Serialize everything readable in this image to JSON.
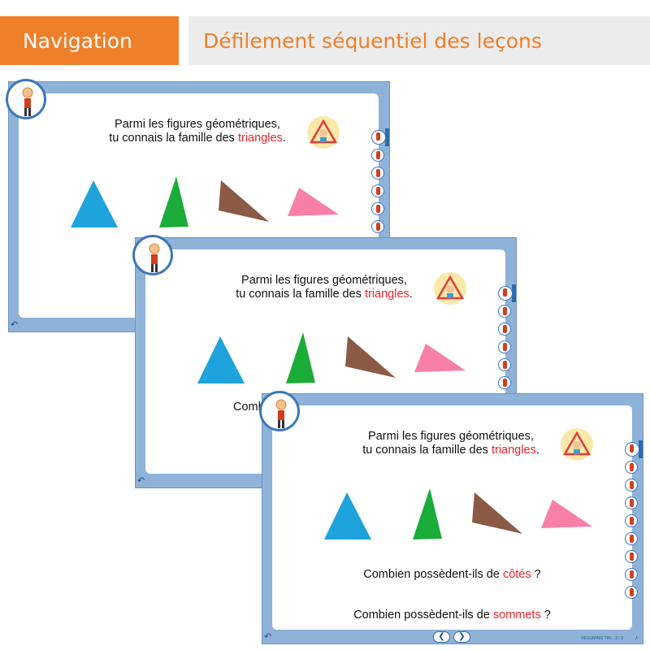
{
  "header": {
    "tag": "Navigation",
    "subtitle": "Défilement séquentiel des leçons"
  },
  "slide": {
    "line1": "Parmi les figures géométriques,",
    "line2_prefix": "tu connais la famille des ",
    "line2_highlight": "triangles",
    "line2_suffix": ".",
    "partial_text": "Comb",
    "q1_prefix": "Combien possèdent-ils de ",
    "q1_highlight": "côtés",
    "q1_suffix": " ?",
    "q2_prefix": "Combien possèdent-ils de ",
    "q2_highlight": "sommets",
    "q2_suffix": " ?",
    "prev_label": "❮",
    "next_label": "❯",
    "counter": "RESUMING TRI... 2 / 3"
  },
  "colors": {
    "orange": "#f07f2a",
    "frame_blue": "#8fb2d8",
    "accent_blue": "#3e78b8",
    "highlight_red": "#e8242a",
    "triangle_blue": "#1ea3dc",
    "triangle_green": "#1cac3a",
    "triangle_brown": "#8b5a45",
    "triangle_pink": "#f77fa8"
  },
  "icons": [
    "mascot-icon",
    "triangle-badge-icon",
    "back-arrow-icon",
    "prev-arrow-icon",
    "next-arrow-icon",
    "sound-icon"
  ]
}
